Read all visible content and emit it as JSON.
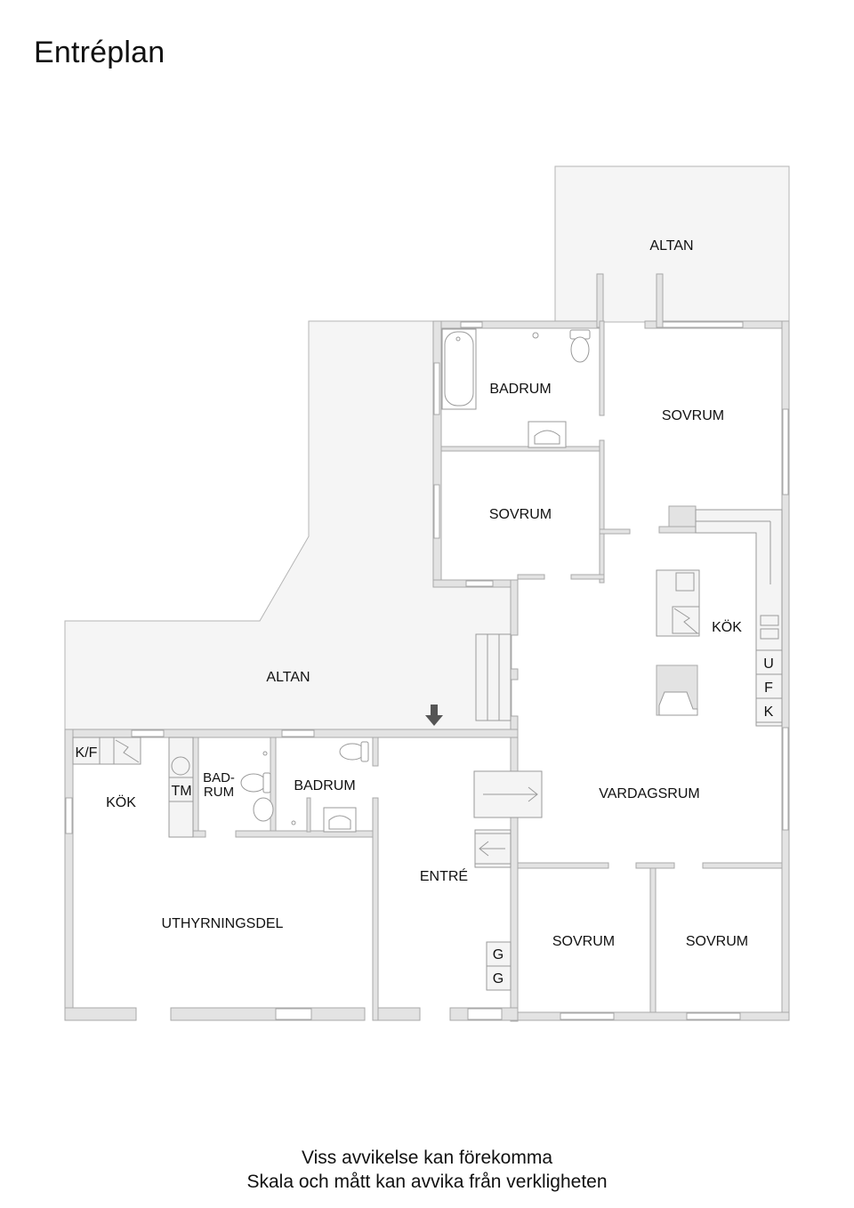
{
  "page": {
    "title": "Entréplan",
    "footer_line1": "Viss avvikelse kan förekomma",
    "footer_line2": "Skala och mått kan avvika från verkligheten"
  },
  "rooms": {
    "altan_top": "ALTAN",
    "altan_left": "ALTAN",
    "badrum_top": "BADRUM",
    "sovrum_top_right": "SOVRUM",
    "sovrum_mid": "SOVRUM",
    "kok_main": "KÖK",
    "vardagsrum": "VARDAGSRUM",
    "entre": "ENTRÉ",
    "sovrum_bottom_left": "SOVRUM",
    "sovrum_bottom_right": "SOVRUM",
    "kok_rental": "KÖK",
    "badrum_small_line1": "BAD-",
    "badrum_small_line2": "RUM",
    "badrum_mid": "BADRUM",
    "uthyrningsdel": "UTHYRNINGSDEL"
  },
  "appliances": {
    "kf": "K/F",
    "tm": "TM",
    "u": "U",
    "f": "F",
    "k": "K",
    "g1": "G",
    "g2": "G"
  },
  "icons": {
    "entrance_arrow": "arrow-down",
    "stairs_up": "arrow-right",
    "stairs_down": "arrow-left"
  },
  "colors": {
    "wall_fill": "#e3e3e3",
    "deck_fill": "#f5f5f5",
    "line": "#a8a8a8",
    "arrow": "#555555"
  }
}
